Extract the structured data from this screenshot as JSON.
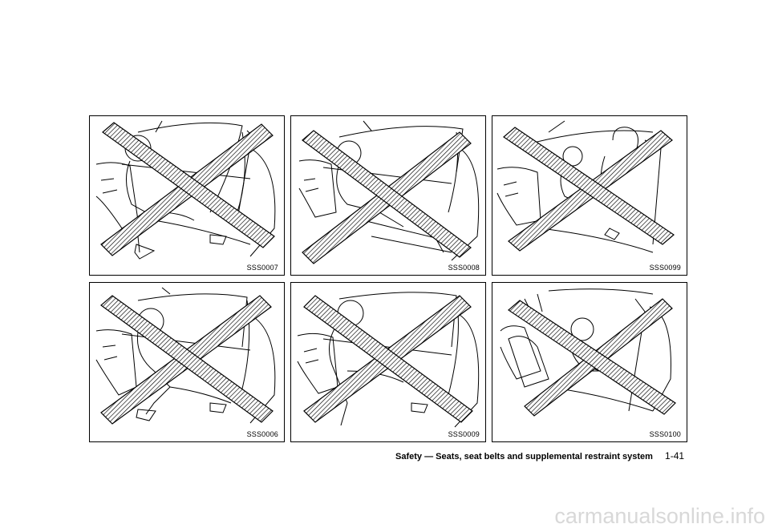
{
  "figures": [
    {
      "code": "SSS0007"
    },
    {
      "code": "SSS0008"
    },
    {
      "code": "SSS0099"
    },
    {
      "code": "SSS0006"
    },
    {
      "code": "SSS0009"
    },
    {
      "code": "SSS0100"
    }
  ],
  "footer": {
    "section_title": "Safety — Seats, seat belts and supplemental restraint system",
    "page_number": "1-41"
  },
  "watermark": "carmanualsonline.info"
}
